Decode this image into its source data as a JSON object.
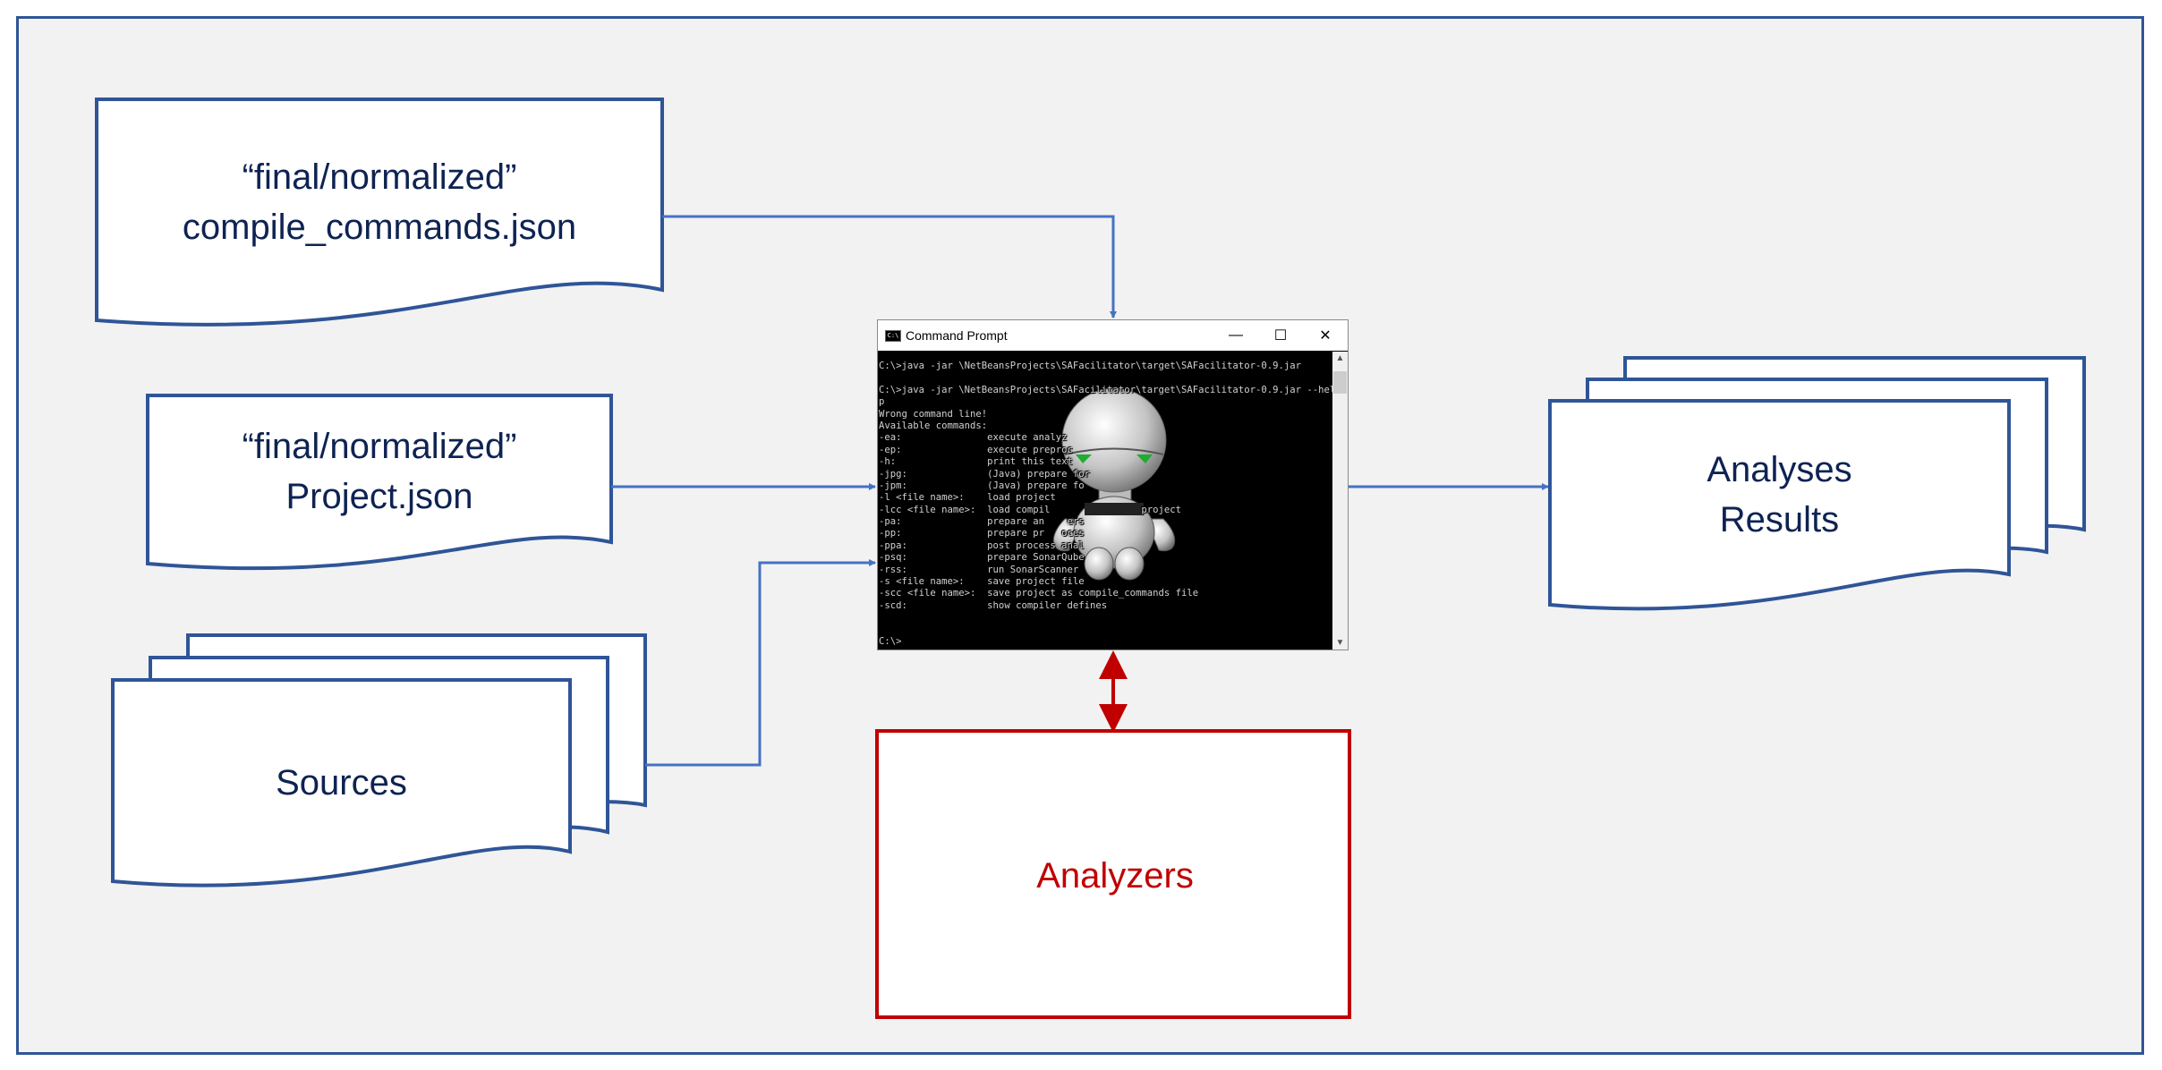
{
  "nodes": {
    "compile_commands": {
      "line1": "“final/normalized”",
      "line2": "compile_commands.json"
    },
    "project": {
      "line1": "“final/normalized”",
      "line2": "Project.json"
    },
    "sources": {
      "label": "Sources"
    },
    "analyzers": {
      "label": "Analyzers"
    },
    "results": {
      "line1": "Analyses",
      "line2": "Results"
    }
  },
  "command_prompt": {
    "title": "Command Prompt",
    "icon": "cmd-icon",
    "controls": {
      "minimize": "—",
      "maximize": "☐",
      "close": "✕"
    },
    "lines": [
      "C:\\>java -jar \\NetBeansProjects\\SAFacilitator\\target\\SAFacilitator-0.9.jar",
      "",
      "C:\\>java -jar \\NetBeansProjects\\SAFacilitator\\target\\SAFacilitator-0.9.jar --hel",
      "p",
      "Wrong command line!",
      "Available commands:",
      "-ea:               execute analyz",
      "-ep:               execute preproc",
      "-h:                print this text",
      "-jpg:              (Java) prepare for",
      "-jpm:              (Java) prepare fo",
      "-l <file name>:    load project",
      "-lcc <file name>:  load compil                project",
      "-pa:               prepare an    ers",
      "-pp:               prepare pr   oces",
      "-ppa:              post process anal",
      "-psq:              prepare SonarQube",
      "-rss:              run SonarScanner",
      "-s <file name>:    save project file",
      "-scc <file name>:  save project as compile_commands file",
      "-scd:              show compiler defines",
      "",
      "",
      "C:\\>"
    ]
  },
  "colors": {
    "frame": "#2f5597",
    "shape_border": "#2f5597",
    "arrow": "#4472c4",
    "analyzers": "#c00000",
    "background": "#f2f2f2",
    "text": "#0e2352"
  }
}
